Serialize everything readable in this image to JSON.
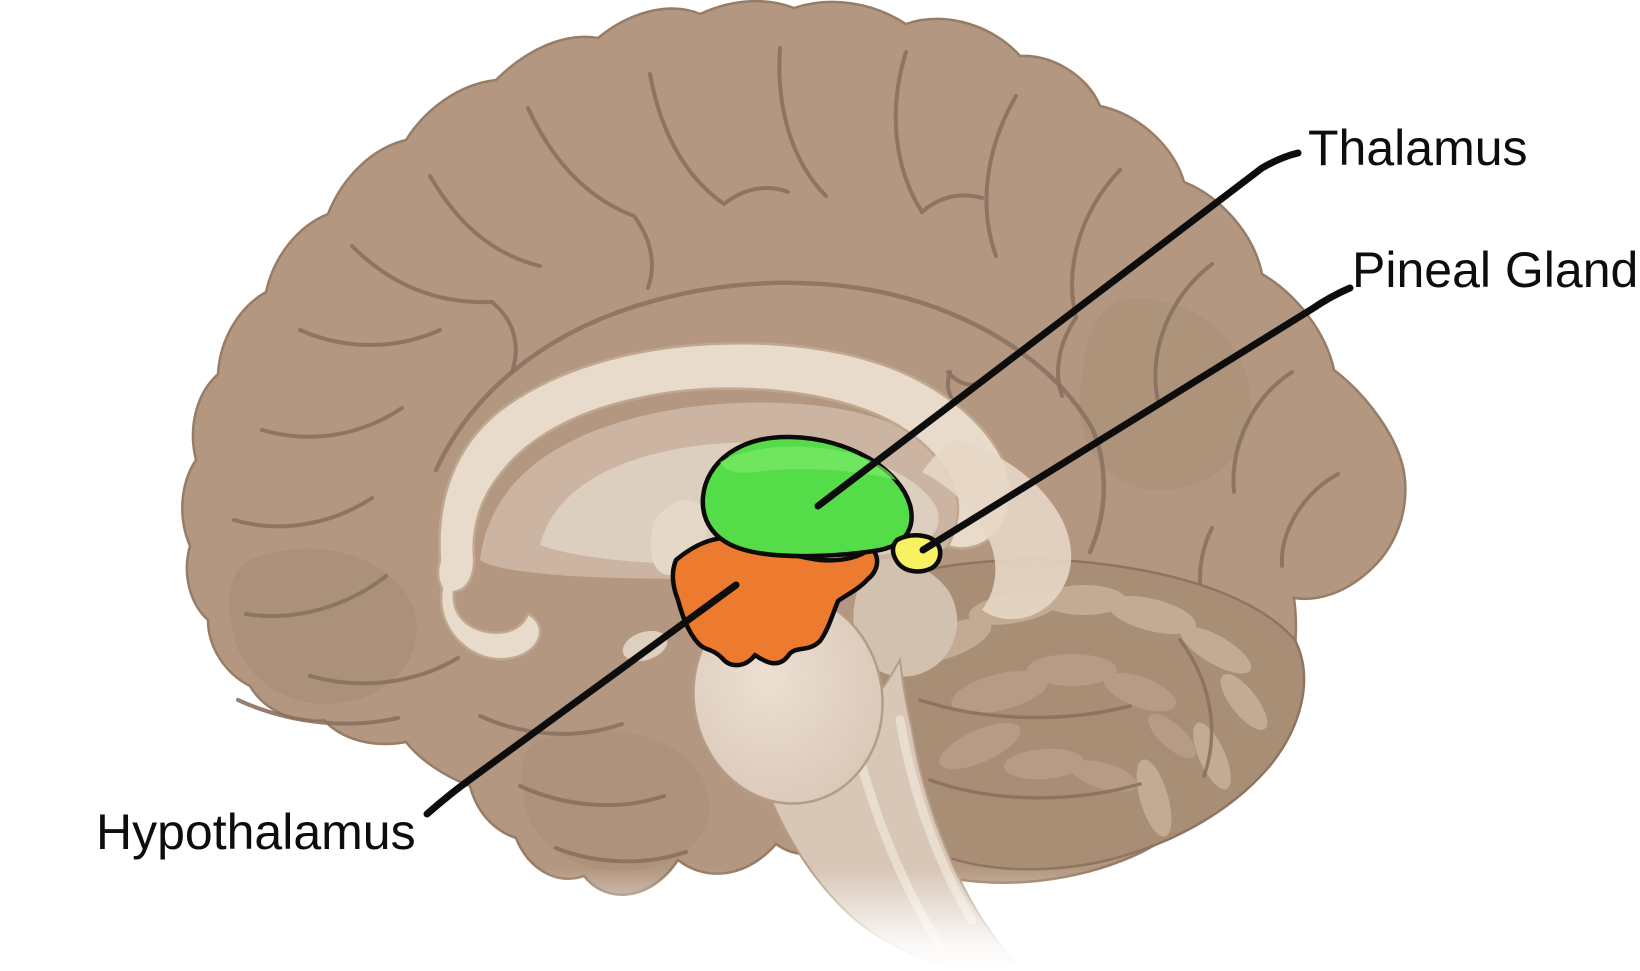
{
  "figure": {
    "description": "Mid-sagittal illustration of the human brain highlighting the thalamus, pineal gland and hypothalamus",
    "background": "#ffffff"
  },
  "structures": {
    "thalamus": {
      "label": "Thalamus",
      "color": "#55DC49"
    },
    "pineal_gland": {
      "label": "Pineal Gland",
      "color": "#F8F162"
    },
    "hypothalamus": {
      "label": "Hypothalamus",
      "color": "#EC7A2F"
    }
  },
  "palette": {
    "cortex": "#b39780",
    "cortex_shadow": "#a1876f",
    "sulci": "#8a7160",
    "inner_cream": "#e9dbcb",
    "inner_midtone": "#cbb5a2",
    "inner_light": "#ddcfc0",
    "brainstem": "#d8c7b6",
    "pons": "#dccbbb",
    "cerebellum": "#a98e76",
    "cerebellum_folia": "#c2aa93",
    "structure_outline": "#0b0b0b",
    "leader_line": "#0d0d0d",
    "label_text": "#0d0d0d"
  }
}
